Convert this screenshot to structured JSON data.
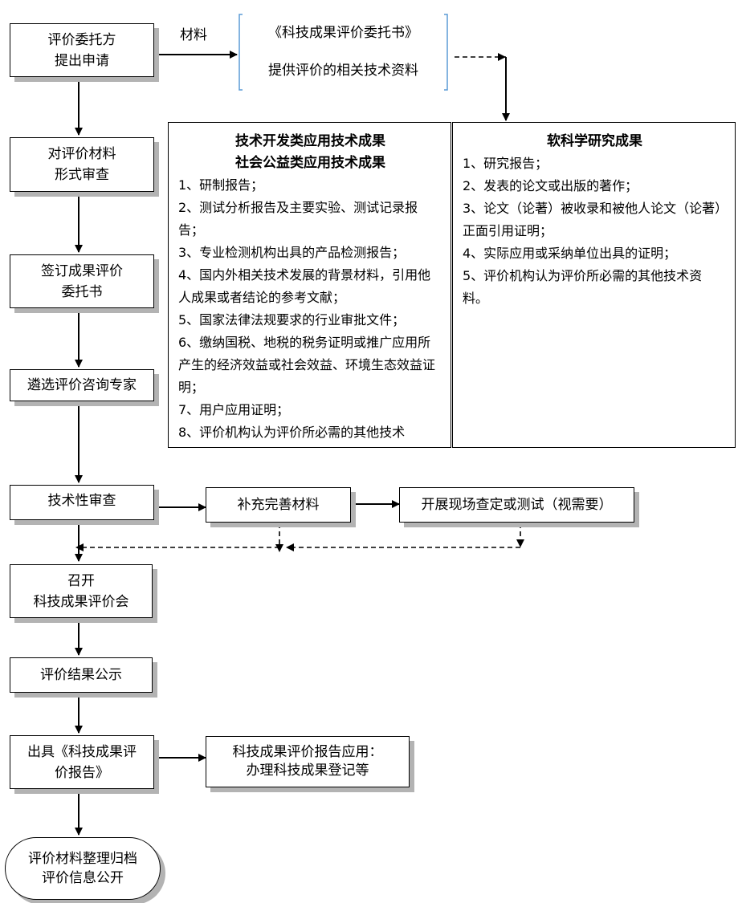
{
  "steps": {
    "s1": [
      "评价委托方",
      "提出申请"
    ],
    "s2": [
      "对评价材料",
      "形式审查"
    ],
    "s3": [
      "签订成果评价",
      "委托书"
    ],
    "s4": [
      "遴选评价咨询专家"
    ],
    "s5": [
      "技术性审查"
    ],
    "s6": [
      "召开",
      "科技成果评价会"
    ],
    "s7": [
      "评价结果公示"
    ],
    "s8": [
      "出具《科技成果评",
      "价报告》"
    ],
    "s9": [
      "评价材料整理归档",
      "评价信息公开"
    ]
  },
  "materials_label": "材料",
  "materials_box": [
    "《科技成果评价委托书》",
    "提供评价的相关技术资料"
  ],
  "panel_left": {
    "title": [
      "技术开发类应用技术成果",
      "社会公益类应用技术成果"
    ],
    "items": [
      "1、研制报告；",
      "2、测试分析报告及主要实验、测试记录报告；",
      "3、专业检测机构出具的产品检测报告；",
      "4、国内外相关技术发展的背景材料，引用他人成果或者结论的参考文献；",
      "5、国家法律法规要求的行业审批文件；",
      "6、缴纳国税、地税的税务证明或推广应用所产生的经济效益或社会效益、环境生态效益证明；",
      "7、用户应用证明；",
      "8、评价机构认为评价所必需的其他技术"
    ]
  },
  "panel_right": {
    "title": "软科学研究成果",
    "items": [
      "1、研究报告；",
      "2、发表的论文或出版的著作；",
      "3、论文（论著）被收录和被他人论文（论著）正面引用证明；",
      "4、实际应用或采纳单位出具的证明；",
      "5、评价机构认为评价所必需的其他技术资料。"
    ]
  },
  "supplement": "补充完善材料",
  "site_check": "开展现场查定或测试（视需要）",
  "report_use": [
    "科技成果评价报告应用：",
    "办理科技成果登记等"
  ]
}
